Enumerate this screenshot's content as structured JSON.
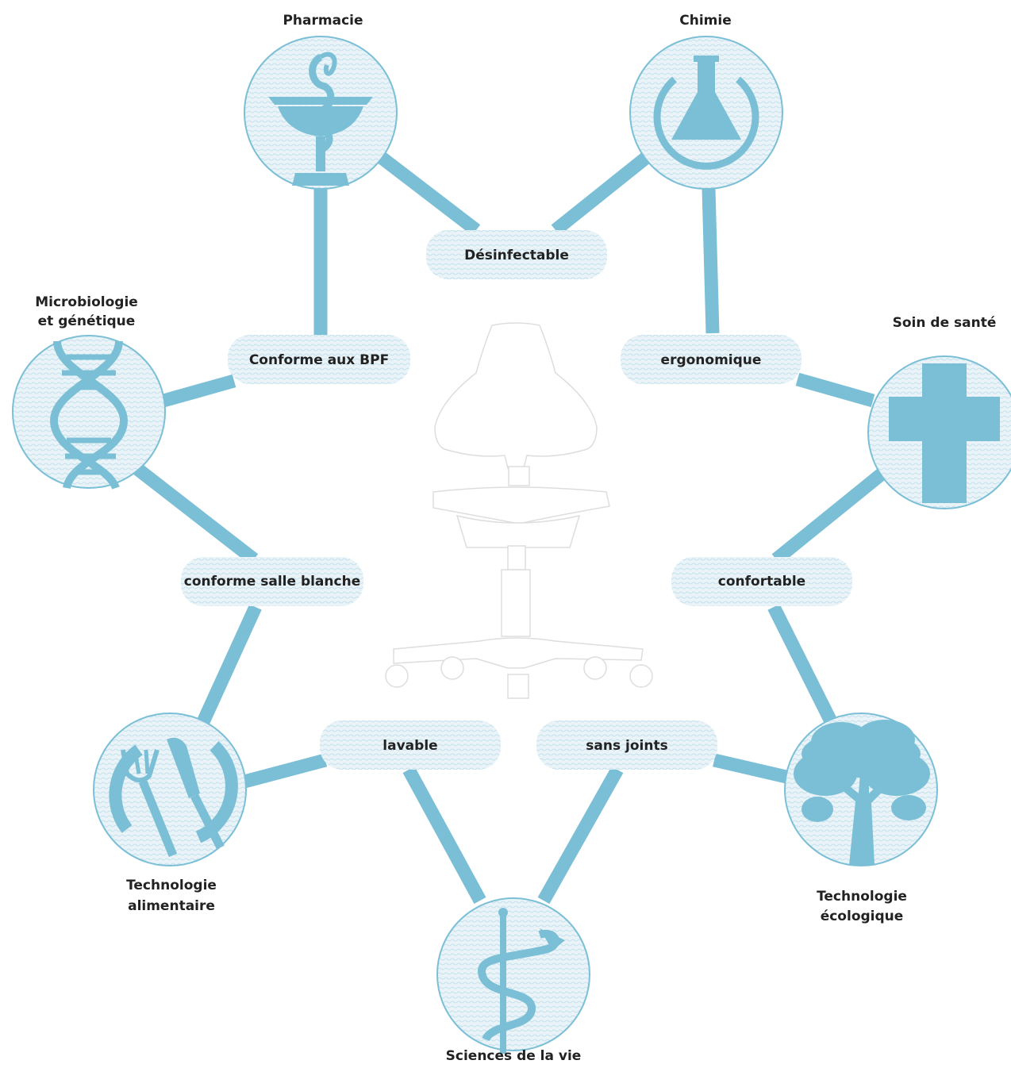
{
  "colors": {
    "accent": "#7bbfd6",
    "pill_fill": "#e4f1f7",
    "circle_fill": "#e8f3f8",
    "text": "#222222",
    "chair": "#ffffff"
  },
  "categories": {
    "pharmacie": {
      "label": "Pharmacie",
      "icon": "bowl-of-hygieia-icon"
    },
    "chimie": {
      "label": "Chimie",
      "icon": "erlenmeyer-flask-icon"
    },
    "microbiologie": {
      "line1": "Microbiologie",
      "line2": "et génétique",
      "icon": "dna-icon"
    },
    "soin": {
      "label": "Soin de santé",
      "icon": "medical-cross-icon"
    },
    "alimentaire": {
      "line1": "Technologie",
      "line2": "alimentaire",
      "icon": "fork-knife-plate-icon"
    },
    "ecologique": {
      "line1": "Technologie",
      "line2": "écologique",
      "icon": "tree-icon"
    },
    "sciences": {
      "label": "Sciences de la vie",
      "icon": "caduceus-snake-icon"
    }
  },
  "properties": {
    "desinfectable": "Désinfectable",
    "bpf": "Conforme aux BPF",
    "ergonomique": "ergonomique",
    "salle_blanche": "conforme salle blanche",
    "confortable": "confortable",
    "lavable": "lavable",
    "sans_joints": "sans joints"
  },
  "center": {
    "icon": "lab-chair-icon"
  }
}
